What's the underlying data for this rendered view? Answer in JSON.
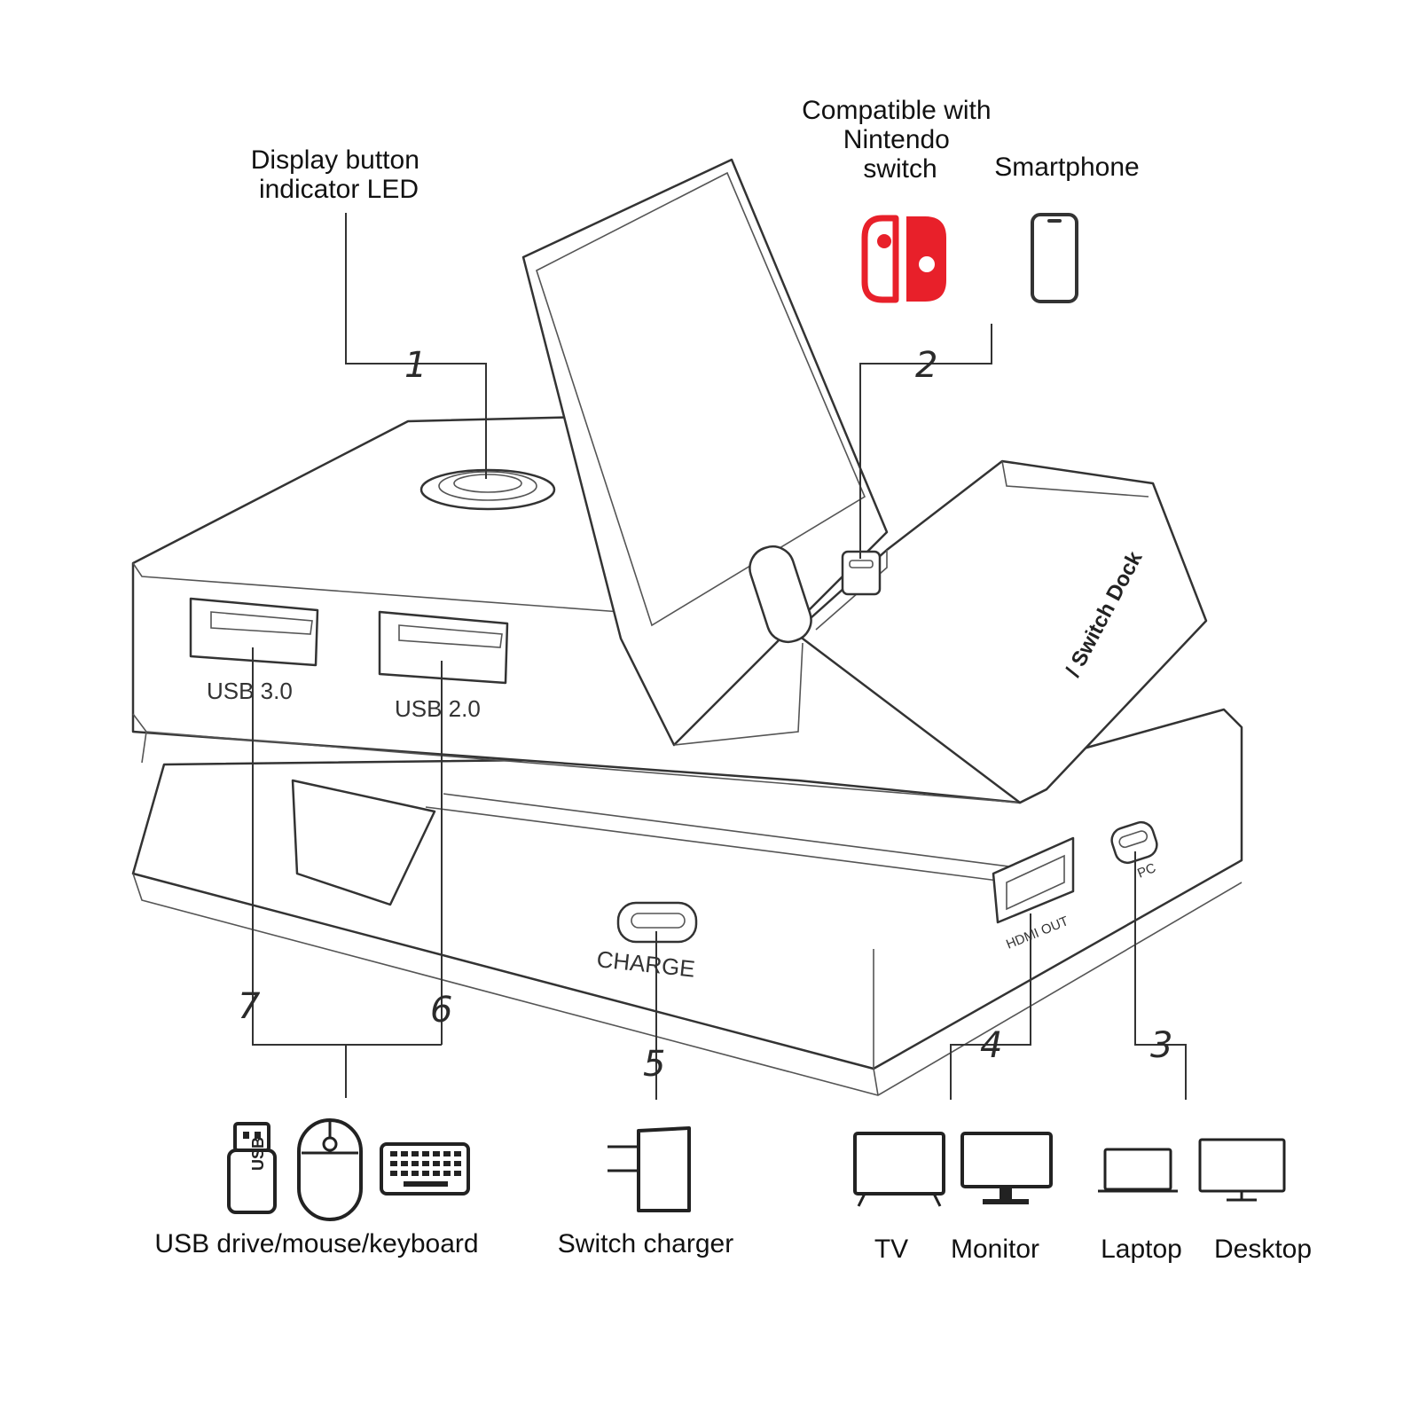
{
  "labels": {
    "display_button": [
      "Display button",
      "indicator LED"
    ],
    "compatible": [
      "Compatible with",
      "Nintendo",
      "switch"
    ],
    "smartphone": "Smartphone",
    "usb_devices": "USB drive/mouse/keyboard",
    "switch_charger": "Switch charger",
    "tv": "TV",
    "monitor": "Monitor",
    "laptop": "Laptop",
    "desktop": "Desktop"
  },
  "callouts": [
    "1",
    "2",
    "3",
    "4",
    "5",
    "6",
    "7"
  ],
  "ports": {
    "usb3": "USB 3.0",
    "usb2": "USB 2.0",
    "charge": "CHARGE",
    "hdmi": "HDMI OUT",
    "pc": "PC",
    "usb_drive_text": "USB"
  },
  "brand": "/ Switch Dock",
  "colors": {
    "switch_logo": "#e8202a",
    "line": "#333333"
  },
  "icons": [
    "nintendo-switch-logo",
    "smartphone-icon",
    "usb-drive-icon",
    "mouse-icon",
    "keyboard-icon",
    "charger-plug-icon",
    "tv-icon",
    "monitor-icon",
    "laptop-icon",
    "desktop-icon"
  ]
}
